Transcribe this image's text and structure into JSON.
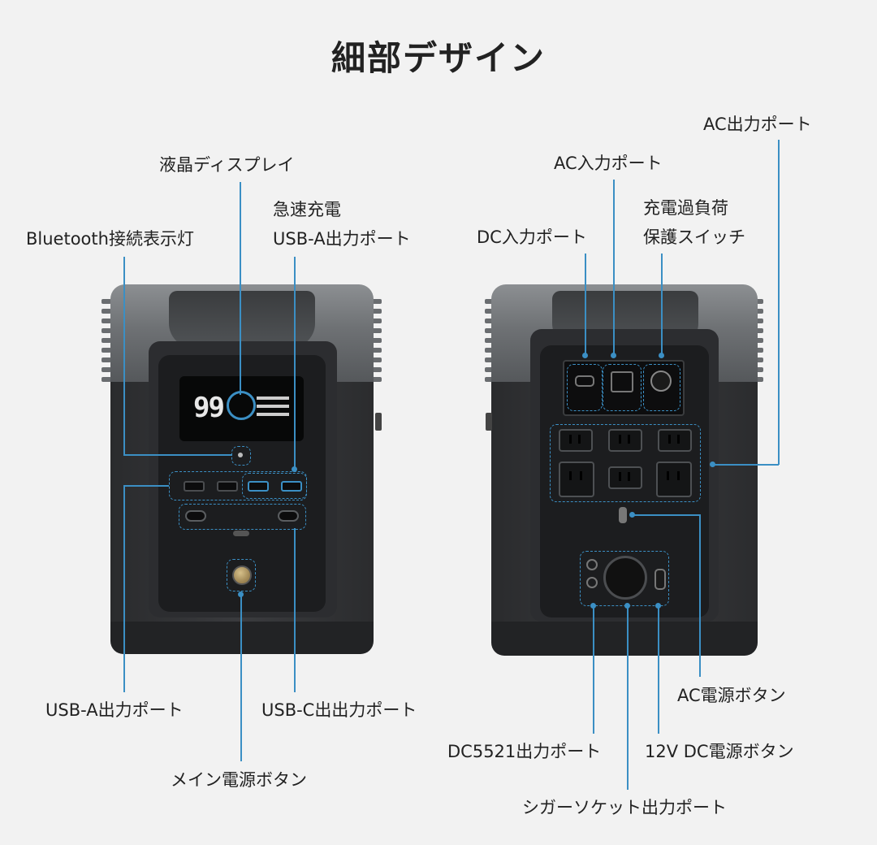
{
  "title": "細部デザイン",
  "front": {
    "display_value": "99",
    "labels": {
      "lcd": "液晶ディスプレイ",
      "fast_charge_line1": "急速充電",
      "fast_charge_line2": "USB-A出力ポート",
      "bluetooth": "Bluetooth接続表示灯",
      "usb_a": "USB-A出力ポート",
      "usb_c": "USB-C出出力ポート",
      "main_power": "メイン電源ボタン"
    }
  },
  "back": {
    "labels": {
      "ac_out": "AC出力ポート",
      "ac_in": "AC入力ポート",
      "overload_line1": "充電過負荷",
      "overload_line2": "保護スイッチ",
      "dc_in": "DC入力ポート",
      "ac_power": "AC電源ボタン",
      "dc5521": "DC5521出力ポート",
      "dc12v": "12V DC電源ボタン",
      "cigar": "シガーソケット出力ポート"
    }
  },
  "colors": {
    "accent": "#3b8fc4",
    "background": "#f2f2f2"
  }
}
